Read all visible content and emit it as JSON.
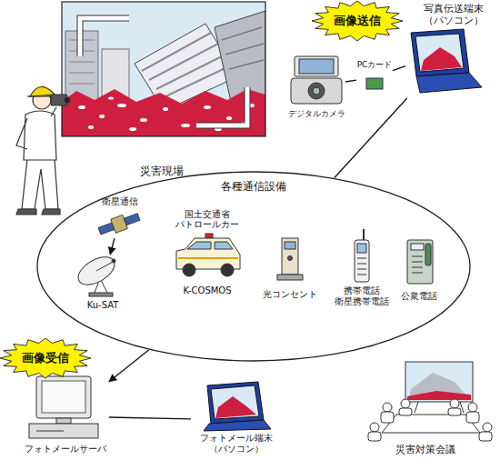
{
  "diagram": {
    "nodes": [
      {
        "text": [
          "画像送信"
        ]
      },
      {
        "text": [
          "写真伝送端末 （パソコン）"
        ]
      },
      {
        "text": [
          "デジタルカメラ"
        ]
      },
      {
        "text": [
          "PCカード"
        ]
      },
      {
        "text": [
          "各種通信設備"
        ]
      },
      {
        "text": [
          "衛星通信"
        ],
        "in": 4
      },
      {
        "text": [
          "国土交通省 パトロールカー",
          "K-COSMOS"
        ],
        "in": 4
      },
      {
        "text": [
          "Ku-SAT"
        ],
        "in": 4
      },
      {
        "text": [
          "光コンセント"
        ],
        "in": 4
      },
      {
        "text": [
          "携帯電話 衛星携帯電話"
        ],
        "in": 4
      },
      {
        "text": [
          "公衆電話"
        ],
        "in": 4
      },
      {
        "text": [
          "画像受信"
        ]
      },
      {
        "text": [
          "フォトメールサーバ"
        ]
      },
      {
        "text": [
          "フォトメール端末 （パソコン）"
        ]
      },
      {
        "text": [
          "災害対策会議"
        ]
      }
    ],
    "edges": [
      {
        "from": 2,
        "to": 3,
        "arrow": "none"
      },
      {
        "from": 3,
        "to": 1,
        "arrow": "none"
      },
      {
        "from": 1,
        "to": 4,
        "arrow": "none"
      },
      {
        "from": 5,
        "to": 7,
        "arrow": "to"
      },
      {
        "from": 4,
        "to": 12,
        "arrow": "to"
      },
      {
        "from": 12,
        "to": 13,
        "arrow": "none"
      }
    ],
    "labels": [
      "災害現場"
    ]
  }
}
